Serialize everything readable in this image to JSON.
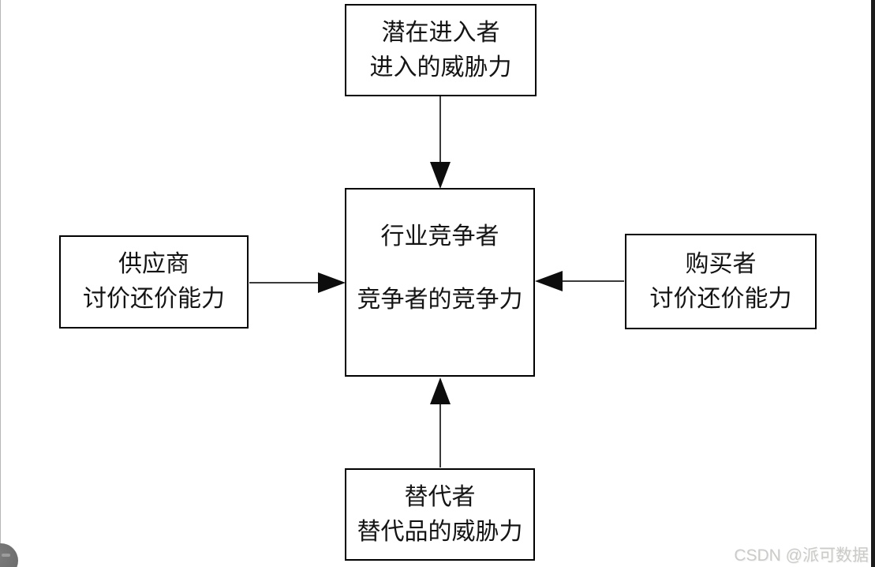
{
  "diagram": {
    "title_semantic": "five-forces-diagram",
    "nodes": {
      "potential_entrants": {
        "line1": "潜在进入者",
        "line2": "进入的威胁力"
      },
      "industry_competitors": {
        "line1": "行业竞争者",
        "line2": "竞争者的竞争力"
      },
      "suppliers": {
        "line1": "供应商",
        "line2": "讨价还价能力"
      },
      "buyers": {
        "line1": "购买者",
        "line2": "讨价还价能力"
      },
      "substitutes": {
        "line1": "替代者",
        "line2": "替代品的威胁力"
      }
    },
    "colors": {
      "node_border": "#000000",
      "arrow_line": "#3a3a3a",
      "arrow_head": "#0d0d0d",
      "background": "#ffffff",
      "right_edge_bar": "#1b1b1b"
    }
  },
  "watermark": {
    "text": "CSDN @派可数据",
    "color": "#cbcbc9"
  }
}
